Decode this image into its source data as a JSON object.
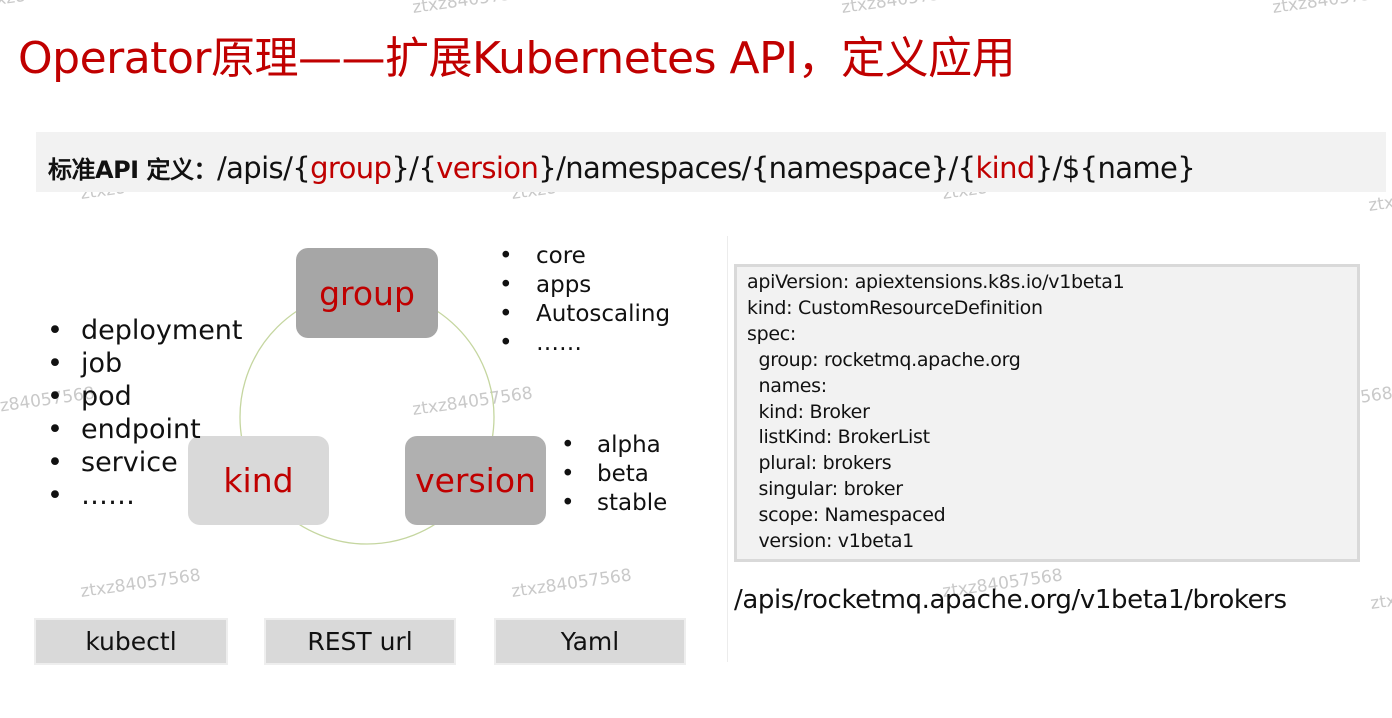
{
  "title": "Operator原理——扩展Kubernetes API，定义应用",
  "api_definition": {
    "label": "标准API 定义：",
    "parts": [
      "/apis/{",
      "group",
      "}/{",
      "version",
      "}/namespaces/{namespace}/{",
      "kind",
      "}/${name}"
    ]
  },
  "nodes": {
    "group": "group",
    "kind": "kind",
    "version": "version"
  },
  "group_items": [
    "core",
    "apps",
    "Autoscaling",
    "……"
  ],
  "kind_items": [
    "deployment",
    "job",
    "pod",
    "endpoint",
    "service",
    "……"
  ],
  "version_items": [
    "alpha",
    "beta",
    "stable"
  ],
  "bottom_labels": {
    "kubectl": "kubectl",
    "rest": "REST url",
    "yaml": "Yaml"
  },
  "yaml_lines": [
    "apiVersion: apiextensions.k8s.io/v1beta1",
    "kind: CustomResourceDefinition",
    "spec:",
    "  group: rocketmq.apache.org",
    "  names:",
    "  kind: Broker",
    "  listKind: BrokerList",
    "  plural: brokers",
    "  singular: broker",
    "  scope: Namespaced",
    "  version: v1beta1"
  ],
  "rest_url": "/apis/rocketmq.apache.org/v1beta1/brokers",
  "watermark": "ztxz84057568",
  "colors": {
    "accent": "#c00000",
    "panel": "#f2f2f2",
    "node_dark": "#a6a6a6",
    "node_light": "#d9d9d9",
    "ring": "#c5d6a0"
  }
}
